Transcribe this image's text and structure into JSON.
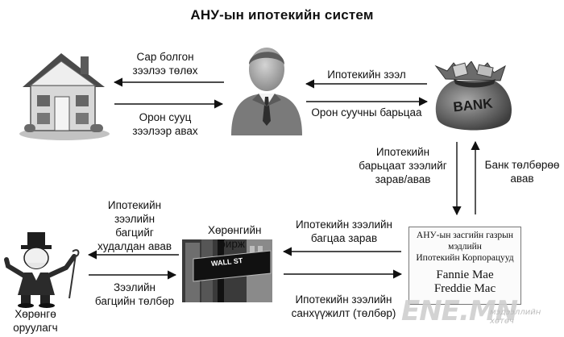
{
  "title": "АНУ-ын ипотекийн систем",
  "labels": {
    "rent_pay": [
      "Сар болгон",
      "зээлээ төлөх"
    ],
    "buy_house": [
      "Орон сууц",
      "зээлээр авах"
    ],
    "mortgage_loan": "Ипотекийн зээл",
    "collateral": "Орон суучны барьцаа",
    "bank_send": [
      "Ипотекийн",
      "барьцаат зээлийг",
      "зарав/авав"
    ],
    "bank_receive": [
      "Банк төлбөрөө",
      "авав"
    ],
    "package_send": [
      "Ипотекийн зээлийн",
      "багцаа зарав"
    ],
    "financing": [
      "Ипотекийн зээлийн",
      "санхүүжилт (төлбөр)"
    ],
    "exchange": [
      "Хөрөнгийн",
      "бирж"
    ],
    "sell_package": [
      "Ипотекийн",
      "зээлийн",
      "багцийг",
      "худалдан авав"
    ],
    "package_payment": [
      "Зээлийн",
      "багцийн төлбөр"
    ],
    "investor": [
      "Хөрөнгө",
      "оруулагч"
    ]
  },
  "corporation": {
    "line1": "АНУ-ын засгийн газрын",
    "line2": "мэдлийн",
    "line3": "Ипотекийн Корпорацууд",
    "name1": "Fannie Mae",
    "name2": "Freddie Mac"
  },
  "bank_text": "BANK",
  "wall_st_text": "WALL ST",
  "watermark": {
    "logo": "ENE.MN",
    "tagline": "мэдээллийн хөтөч"
  }
}
